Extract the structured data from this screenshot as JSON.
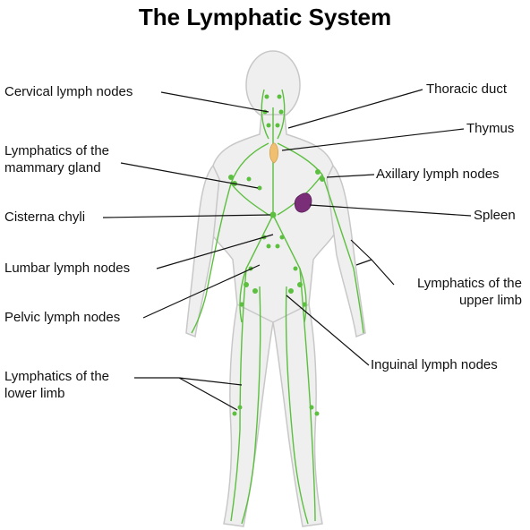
{
  "title": "The Lymphatic System",
  "labels": {
    "cervical": "Cervical lymph nodes",
    "mammary_1": "Lymphatics of the",
    "mammary_2": "mammary gland",
    "cisterna": "Cisterna chyli",
    "lumbar": "Lumbar lymph nodes",
    "pelvic": "Pelvic lymph nodes",
    "lower_limb_1": "Lymphatics of the",
    "lower_limb_2": "lower limb",
    "thoracic": "Thoracic duct",
    "thymus": "Thymus",
    "axillary": "Axillary lymph nodes",
    "spleen": "Spleen",
    "upper_limb_1": "Lymphatics of the",
    "upper_limb_2": "upper limb",
    "inguinal": "Inguinal lymph nodes"
  },
  "colors": {
    "lymph": "#5cbf3f",
    "spleen": "#7b2e78",
    "thymus": "#f0c070",
    "body_outline": "#c8c8c8",
    "body_fill": "#efefef"
  }
}
